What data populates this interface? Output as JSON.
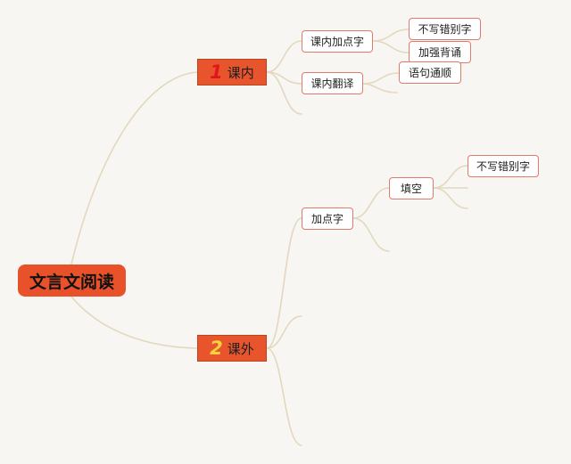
{
  "root": {
    "label": "文言文阅读"
  },
  "branches": [
    {
      "number": "1",
      "label": "课内",
      "children": [
        {
          "label": "课内加点字",
          "children": [
            {
              "label": "不写错别字"
            },
            {
              "label": "加强背诵"
            }
          ]
        },
        {
          "label": "课内翻译",
          "children": [
            {
              "label": "语句通顺"
            }
          ]
        }
      ]
    },
    {
      "number": "2",
      "label": "课外",
      "children": [
        {
          "label": "加点字",
          "children": [
            {
              "label": "填空",
              "children": [
                {
                  "label": "不写错别字"
                }
              ]
            }
          ]
        }
      ]
    }
  ],
  "colors": {
    "root_fill": "#e8512a",
    "branch_fill": "#e8552d",
    "branch1_number": "#e0161d",
    "branch2_number": "#f6d23c",
    "leaf_border": "#e07a6b",
    "connector": "#e3d8bd",
    "background": "#f7f6f3"
  }
}
